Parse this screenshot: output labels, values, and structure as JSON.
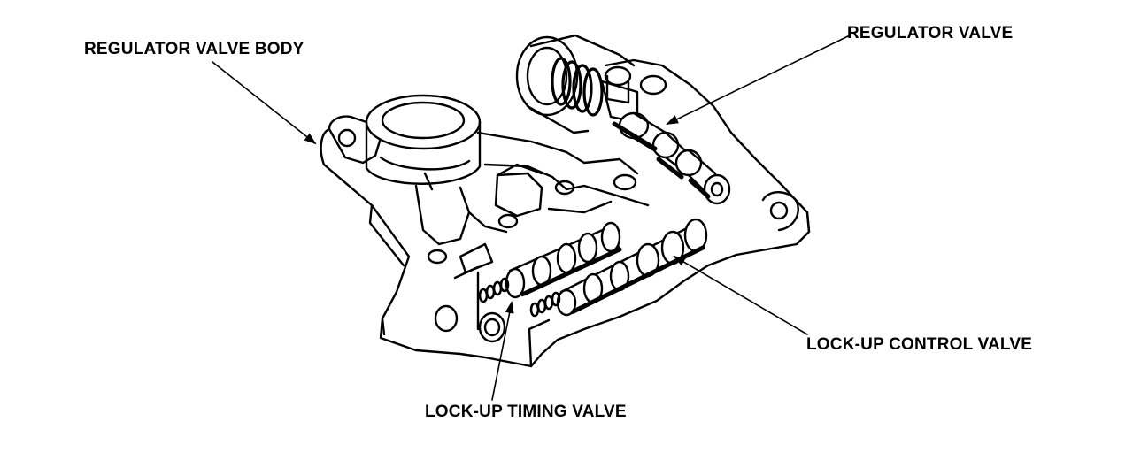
{
  "labels": {
    "regulator_valve_body": "REGULATOR VALVE BODY",
    "regulator_valve": "REGULATOR VALVE",
    "lock_up_control_valve": "LOCK-UP CONTROL VALVE",
    "lock_up_timing_valve": "LOCK-UP TIMING VALVE"
  },
  "colors": {
    "ink": "#000000",
    "paper": "#ffffff",
    "shade": "#000000"
  }
}
